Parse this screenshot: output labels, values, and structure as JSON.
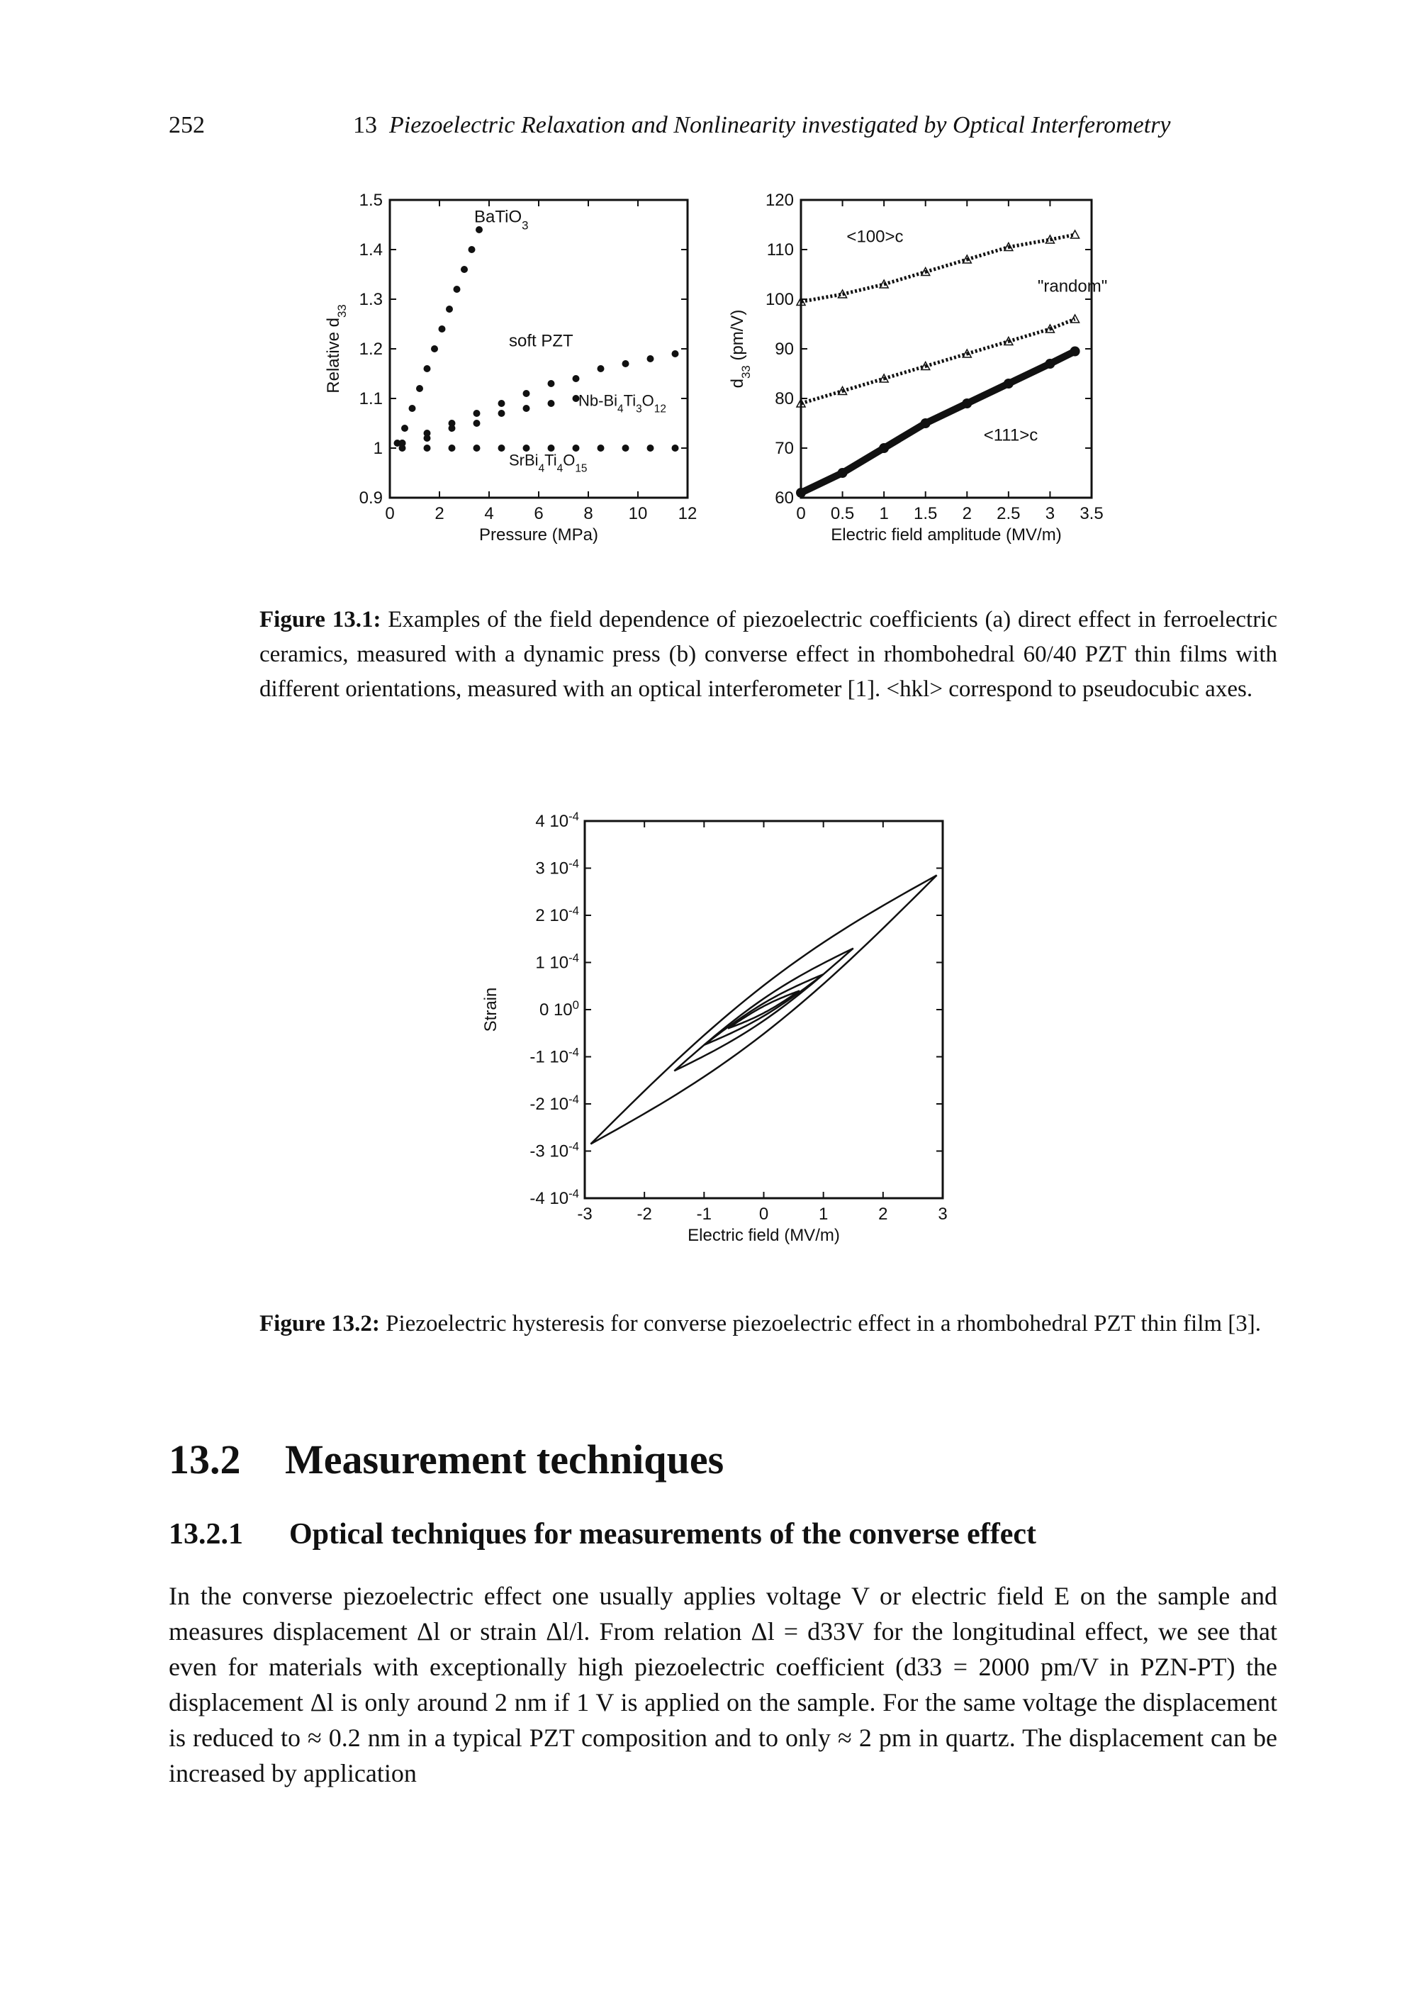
{
  "header": {
    "page_number": "252",
    "chapter": "13",
    "running_title": "Piezoelectric Relaxation and Nonlinearity investigated by Optical Interferometry"
  },
  "chart_data": [
    {
      "type": "scatter",
      "panel": "a",
      "xlabel": "Pressure (MPa)",
      "ylabel": "Relative d33",
      "xlim": [
        0,
        12
      ],
      "ylim": [
        0.9,
        1.5
      ],
      "xticks": [
        "0",
        "2",
        "4",
        "6",
        "8",
        "10",
        "12"
      ],
      "yticks": [
        "0.9",
        "1",
        "1.1",
        "1.2",
        "1.3",
        "1.4",
        "1.5"
      ],
      "series": [
        {
          "name": "BaTiO3",
          "x": [
            0.3,
            0.6,
            0.9,
            1.2,
            1.5,
            1.8,
            2.1,
            2.4,
            2.7,
            3.0,
            3.3,
            3.6
          ],
          "y": [
            1.01,
            1.04,
            1.08,
            1.12,
            1.16,
            1.2,
            1.24,
            1.28,
            1.32,
            1.36,
            1.4,
            1.44
          ]
        },
        {
          "name": "soft PZT",
          "x": [
            0.5,
            1.5,
            2.5,
            3.5,
            4.5,
            5.5,
            6.5,
            7.5,
            8.5,
            9.5,
            10.5,
            11.5
          ],
          "y": [
            1.01,
            1.03,
            1.05,
            1.07,
            1.09,
            1.11,
            1.13,
            1.14,
            1.16,
            1.17,
            1.18,
            1.19
          ]
        },
        {
          "name": "Nb-Bi4Ti3O12",
          "x": [
            0.5,
            1.5,
            2.5,
            3.5,
            4.5,
            5.5,
            6.5,
            7.5
          ],
          "y": [
            1.01,
            1.02,
            1.04,
            1.05,
            1.07,
            1.08,
            1.09,
            1.1
          ]
        },
        {
          "name": "SrBi4Ti4O15",
          "x": [
            0.5,
            1.5,
            2.5,
            3.5,
            4.5,
            5.5,
            6.5,
            7.5,
            8.5,
            9.5,
            10.5,
            11.5
          ],
          "y": [
            1.0,
            1.0,
            1.0,
            1.0,
            1.0,
            1.0,
            1.0,
            1.0,
            1.0,
            1.0,
            1.0,
            1.0
          ]
        }
      ],
      "labels": {
        "batio3": "BaTiO",
        "batio3_sub": "3",
        "softpzt": "soft PZT",
        "nb": "Nb-Bi",
        "nb_s1": "4",
        "nb_mid": "Ti",
        "nb_s2": "3",
        "nb_o": "O",
        "nb_s3": "12",
        "sr": "SrBi",
        "sr_s1": "4",
        "sr_ti": "Ti",
        "sr_s2": "4",
        "sr_o": "O",
        "sr_s3": "15"
      }
    },
    {
      "type": "scatter",
      "panel": "b",
      "xlabel": "Electric field amplitude (MV/m)",
      "ylabel": "d33 (pm/V)",
      "xlim": [
        0,
        3.5
      ],
      "ylim": [
        60,
        120
      ],
      "xticks": [
        "0",
        "0.5",
        "1",
        "1.5",
        "2",
        "2.5",
        "3",
        "3.5"
      ],
      "yticks": [
        "60",
        "70",
        "80",
        "90",
        "100",
        "110",
        "120"
      ],
      "series": [
        {
          "name": "<100>c",
          "x": [
            0.0,
            0.5,
            1.0,
            1.5,
            2.0,
            2.5,
            3.0,
            3.3
          ],
          "y": [
            99.5,
            101.0,
            103.0,
            105.5,
            108.0,
            110.5,
            112.0,
            113.0
          ]
        },
        {
          "name": "\"random\"",
          "x": [
            0.0,
            0.5,
            1.0,
            1.5,
            2.0,
            2.5,
            3.0,
            3.3
          ],
          "y": [
            79.0,
            81.5,
            84.0,
            86.5,
            89.0,
            91.5,
            94.0,
            96.0
          ]
        },
        {
          "name": "<111>c",
          "x": [
            0.0,
            0.5,
            1.0,
            1.5,
            2.0,
            2.5,
            3.0,
            3.3
          ],
          "y": [
            61.0,
            65.0,
            70.0,
            75.0,
            79.0,
            83.0,
            87.0,
            89.5
          ]
        }
      ]
    },
    {
      "type": "line",
      "panel": "13.2",
      "xlabel": "Electric field (MV/m)",
      "ylabel": "Strain",
      "xlim": [
        -3,
        3
      ],
      "ylim": [
        -0.0004,
        0.0004
      ],
      "xticks": [
        "-3",
        "-2",
        "-1",
        "0",
        "1",
        "2",
        "3"
      ],
      "yticks": [
        "4 10-4",
        "3 10-4",
        "2 10-4",
        "1 10-4",
        "0 100",
        "-1 10-4",
        "-2 10-4",
        "-3 10-4",
        "-4 10-4"
      ],
      "ytick_parts": [
        [
          "4 10",
          "-4"
        ],
        [
          "3 10",
          "-4"
        ],
        [
          "2 10",
          "-4"
        ],
        [
          "1 10",
          "-4"
        ],
        [
          "0 10",
          "0"
        ],
        [
          "-1 10",
          "-4"
        ],
        [
          "-2 10",
          "-4"
        ],
        [
          "-3 10",
          "-4"
        ],
        [
          "-4 10",
          "-4"
        ]
      ],
      "loops": [
        {
          "amplitude": 2.9,
          "strain_max": 0.000285
        },
        {
          "amplitude": 1.5,
          "strain_max": 0.00013
        },
        {
          "amplitude": 1.0,
          "strain_max": 7.5e-05
        },
        {
          "amplitude": 0.6,
          "strain_max": 4e-05
        }
      ]
    }
  ],
  "fig1": {
    "label": "Figure 13.1:",
    "text": "Examples of the field dependence of piezoelectric coefficients (a) direct effect in ferroelectric ceramics, measured with a dynamic press (b) converse effect in rhombohedral 60/40 PZT thin films with different orientations, measured with an optical interferometer [1]. <hkl> correspond to pseudocubic axes."
  },
  "fig2": {
    "label": "Figure 13.2:",
    "text": "Piezoelectric hysteresis for converse piezoelectric effect in a rhombohedral PZT thin film [3]."
  },
  "section": {
    "number": "13.2",
    "title": "Measurement techniques"
  },
  "subsection": {
    "number": "13.2.1",
    "title": "Optical techniques for measurements of the converse effect"
  },
  "body": {
    "text": "In the converse piezoelectric effect one usually applies voltage V or electric field E on the sample and measures displacement Δl or strain Δl/l. From relation Δl = d33V for the longitudinal effect, we see that even for materials with exceptionally high piezoelectric coefficient (d33 = 2000 pm/V in PZN-PT) the displacement Δl is only around 2 nm if 1 V is applied on the sample. For the same voltage the displacement is reduced to ≈ 0.2 nm in a typical PZT composition and to only ≈ 2 pm in quartz. The displacement can be increased by application"
  }
}
